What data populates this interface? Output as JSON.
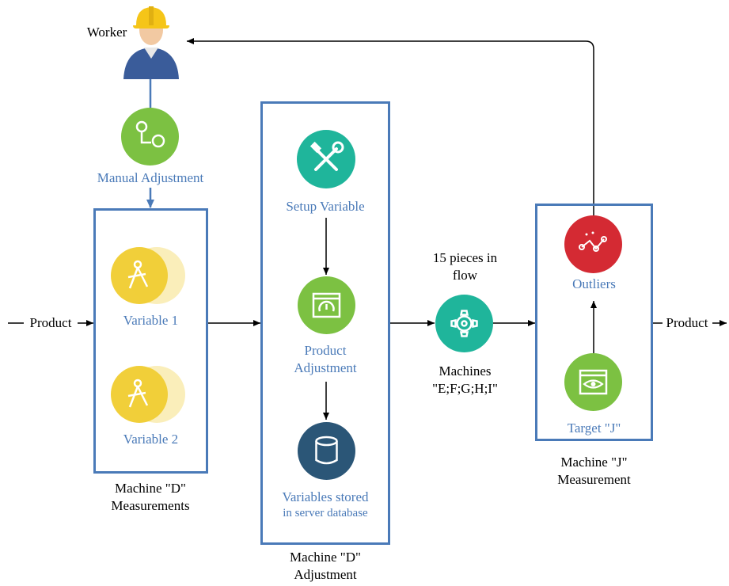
{
  "worker": {
    "label": "Worker"
  },
  "manual_adjustment": {
    "label": "Manual Adjustment"
  },
  "product_in": {
    "label": "Product"
  },
  "product_out": {
    "label": "Product"
  },
  "machine_d_measurements": {
    "variable_1": "Variable 1",
    "variable_2": "Variable 2",
    "caption_line1": "Machine \"D\"",
    "caption_line2": "Measurements"
  },
  "machine_d_adjustment": {
    "setup_variable": "Setup Variable",
    "product_adjustment_line1": "Product",
    "product_adjustment_line2": "Adjustment",
    "stored_line1": "Variables stored",
    "stored_line2": "in server database",
    "caption_line1": "Machine \"D\"",
    "caption_line2": "Adjustment"
  },
  "flow": {
    "pieces_line1": "15 pieces in",
    "pieces_line2": "flow",
    "machines_line1": "Machines",
    "machines_line2": "\"E;F;G;H;I\""
  },
  "machine_j": {
    "outliers": "Outliers",
    "target": "Target \"J\"",
    "caption_line1": "Machine \"J\"",
    "caption_line2": "Measurement"
  },
  "colors": {
    "box_border": "#4a7ab8",
    "label_blue": "#4a7ab8",
    "green": "#7cc142",
    "teal": "#1fb59b",
    "yellow": "#f1cf3a",
    "navy": "#2b5677",
    "red": "#d42a33"
  },
  "icons": {
    "worker": "worker-avatar-icon",
    "manual_adjustment": "gear-flow-icon",
    "variable": "compass-icon",
    "setup_variable": "tools-icon",
    "product_adjustment": "gauge-window-icon",
    "database": "database-icon",
    "machines": "gear-icon",
    "outliers": "scatter-plot-icon",
    "target": "eye-window-icon"
  }
}
